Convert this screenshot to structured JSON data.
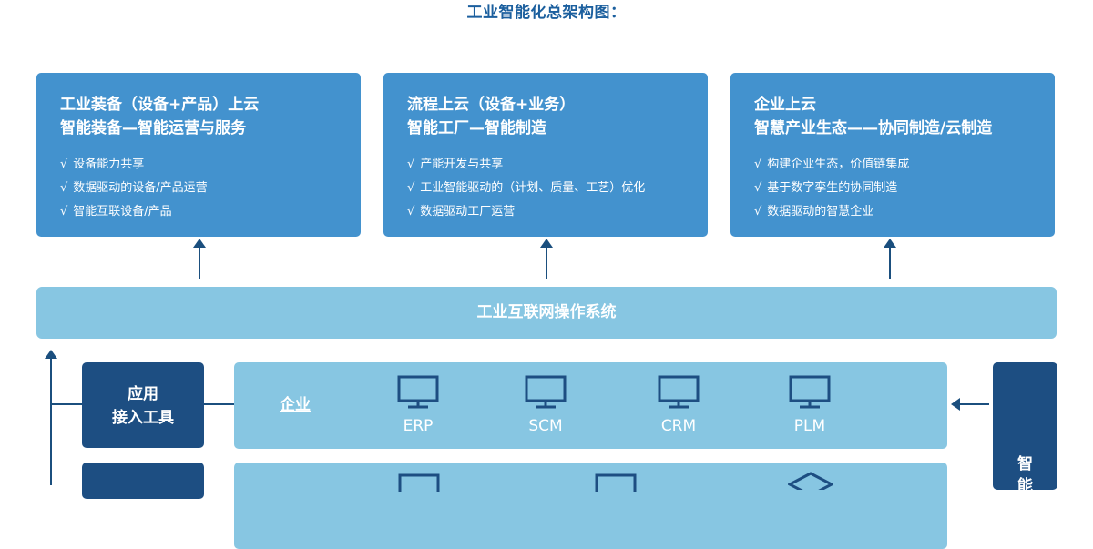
{
  "title": "工业智能化总架构图：",
  "cards": [
    {
      "heading1": "工业装备（设备+产品）上云",
      "heading2": "智能装备—智能运营与服务",
      "items": [
        "设备能力共享",
        "数据驱动的设备/产品运营",
        "智能互联设备/产品"
      ]
    },
    {
      "heading1": "流程上云（设备+业务）",
      "heading2": "智能工厂—智能制造",
      "items": [
        "产能开发与共享",
        "工业智能驱动的（计划、质量、工艺）优化",
        "数据驱动工厂运营"
      ]
    },
    {
      "heading1": "企业上云",
      "heading2": "智慧产业生态——协同制造/云制造",
      "items": [
        "构建企业生态，价值链集成",
        "基于数字孪生的协同制造",
        "数据驱动的智慧企业"
      ]
    }
  ],
  "check_mark": "√",
  "os_bar_label": "工业互联网操作系统",
  "left_box_1": {
    "line1": "应用",
    "line2": "接入工具"
  },
  "row1": {
    "label": "企业",
    "systems": [
      {
        "name": "ERP",
        "icon": "monitor-icon"
      },
      {
        "name": "SCM",
        "icon": "monitor-icon"
      },
      {
        "name": "CRM",
        "icon": "monitor-icon"
      },
      {
        "name": "PLM",
        "icon": "monitor-icon"
      }
    ]
  },
  "right_box": {
    "line1": "智",
    "line2": "能"
  },
  "colors": {
    "card_blue": "#4392ce",
    "light_blue": "#87c6e2",
    "dark_navy": "#1d4e82",
    "title_blue": "#1b5f9e"
  }
}
